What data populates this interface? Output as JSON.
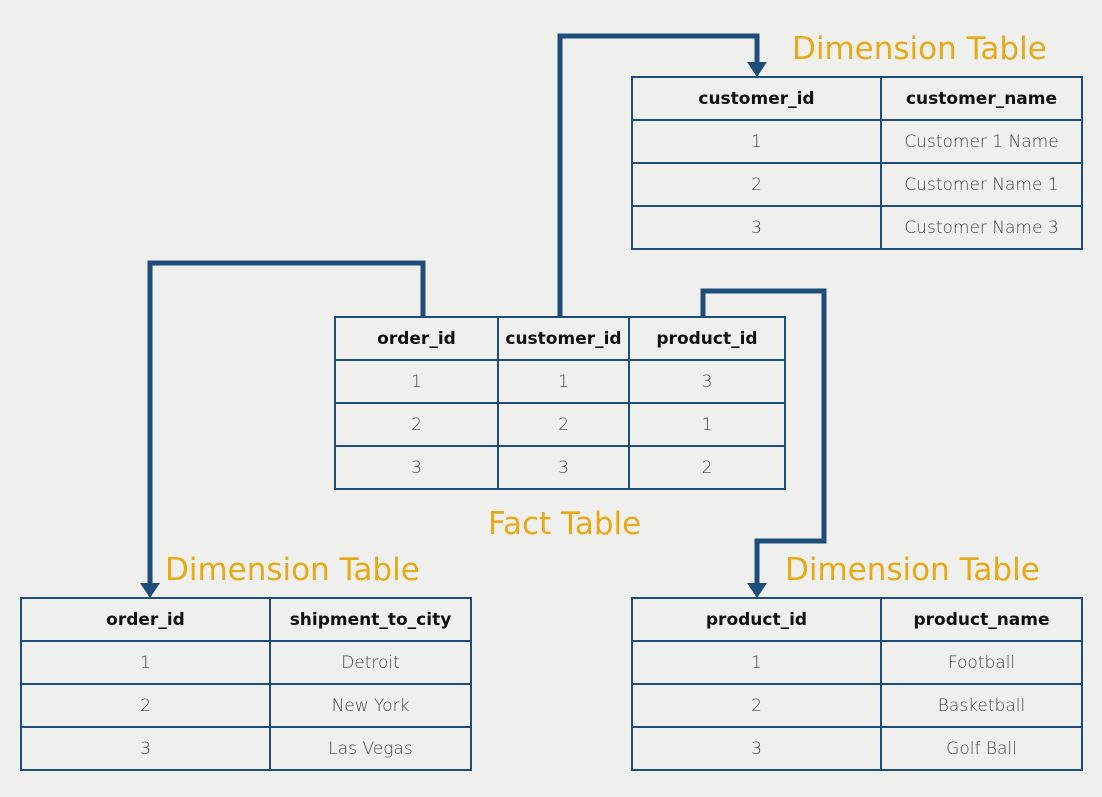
{
  "colors": {
    "background": "#eff0ee",
    "line": "#1f4d7a",
    "label": "#e8a917"
  },
  "fact_table": {
    "label": "Fact Table",
    "headers": [
      "order_id",
      "customer_id",
      "product_id"
    ],
    "rows": [
      [
        "1",
        "1",
        "3"
      ],
      [
        "2",
        "2",
        "1"
      ],
      [
        "3",
        "3",
        "2"
      ]
    ]
  },
  "customer_table": {
    "label": "Dimension Table",
    "headers": [
      "customer_id",
      "customer_name"
    ],
    "rows": [
      [
        "1",
        "Customer 1 Name"
      ],
      [
        "2",
        "Customer Name 1"
      ],
      [
        "3",
        "Customer Name 3"
      ]
    ]
  },
  "order_table": {
    "label": "Dimension Table",
    "headers": [
      "order_id",
      "shipment_to_city"
    ],
    "rows": [
      [
        "1",
        "Detroit"
      ],
      [
        "2",
        "New York"
      ],
      [
        "3",
        "Las Vegas"
      ]
    ]
  },
  "product_table": {
    "label": "Dimension Table",
    "headers": [
      "product_id",
      "product_name"
    ],
    "rows": [
      [
        "1",
        "Football"
      ],
      [
        "2",
        "Basketball"
      ],
      [
        "3",
        "Golf Ball"
      ]
    ]
  }
}
